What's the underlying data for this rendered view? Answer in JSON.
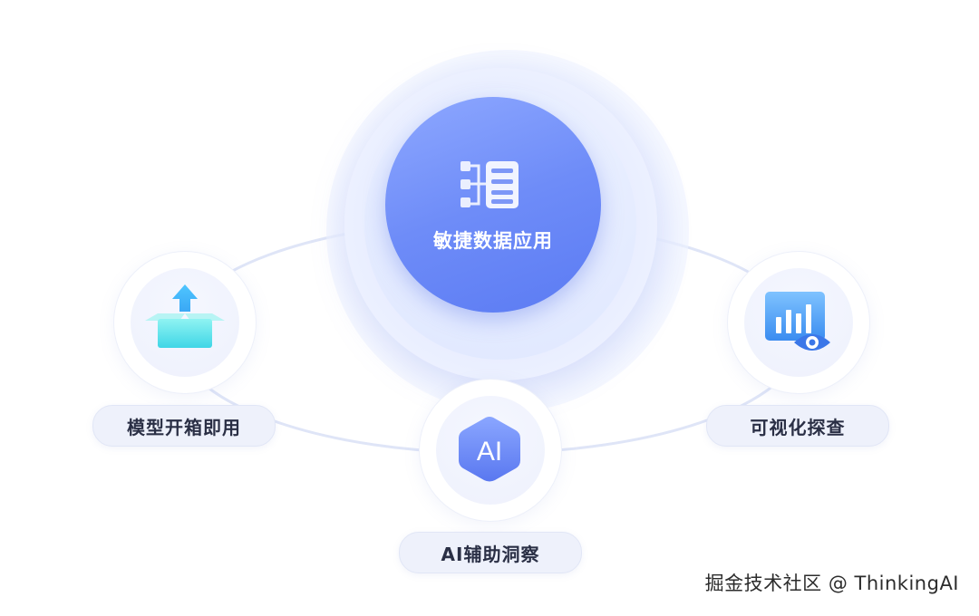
{
  "center": {
    "label": "敏捷数据应用",
    "icon": "data-flow-icon",
    "color": "#6e8cf8"
  },
  "nodes": {
    "left": {
      "label": "模型开箱即用",
      "icon": "open-box-icon"
    },
    "right": {
      "label": "可视化探查",
      "icon": "chart-eye-icon"
    },
    "bottom": {
      "label": "AI辅助洞察",
      "icon": "ai-hexagon-icon",
      "icon_text": "AI"
    }
  },
  "watermark": "掘金技术社区 @ ThinkingAI",
  "colors": {
    "accent": "#6e8cf8",
    "pill_bg": "#eef1fb",
    "text": "#2a2f45",
    "cyan": "#5fe3e8"
  }
}
